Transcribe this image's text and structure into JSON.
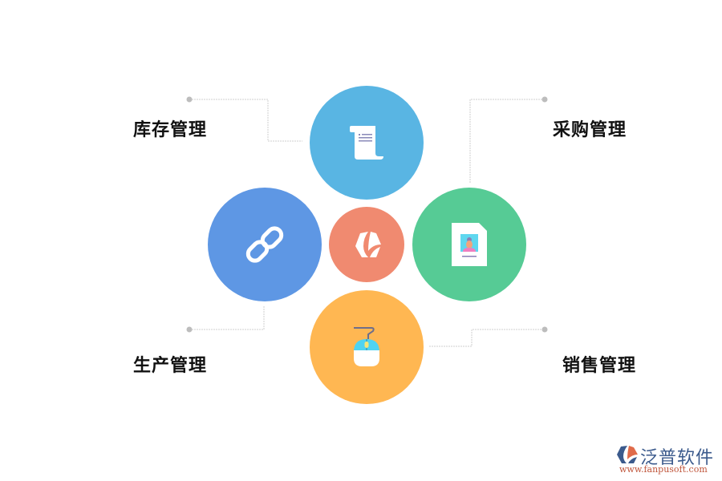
{
  "diagram": {
    "hub": {
      "name": "fanpu-logo",
      "color": "#f08a70",
      "icon": "fanpu-hexagon-logo"
    },
    "modules": [
      {
        "id": "inventory",
        "label": "库存管理",
        "color": "#59b5e3",
        "icon": "scroll-document-icon"
      },
      {
        "id": "purchase",
        "label": "采购管理",
        "color": "#56cb95",
        "icon": "profile-card-icon"
      },
      {
        "id": "production",
        "label": "生产管理",
        "color": "#5e97e4",
        "icon": "chain-link-icon"
      },
      {
        "id": "sales",
        "label": "销售管理",
        "color": "#ffb752",
        "icon": "mouse-icon"
      }
    ],
    "connector_color": "#cccccc",
    "dot_color": "#bbbbbb"
  },
  "watermark": {
    "brand": "泛普软件",
    "url": "www.fanpusoft.com",
    "brand_color": "#3b5a8c",
    "url_color": "#c0563c"
  }
}
